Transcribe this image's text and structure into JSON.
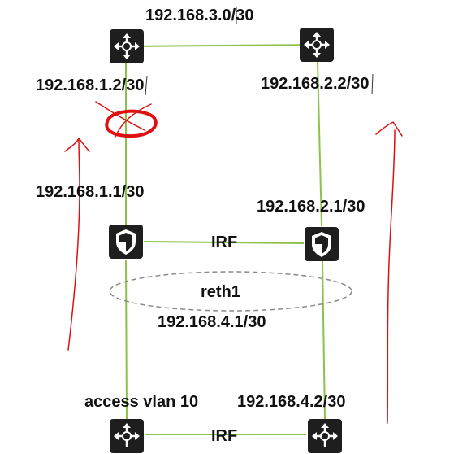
{
  "diagram": {
    "top_link_ip": "192.168.3.0/30",
    "left_router_ip": "192.168.1.2/30",
    "right_router_ip": "192.168.2.2/30",
    "left_firewall_ip": "192.168.1.1/30",
    "right_firewall_ip": "192.168.2.1/30",
    "irf_top": "IRF",
    "reth_label": "reth1",
    "reth_ip": "192.168.4.1/30",
    "bottom_left_label": "access vlan 10",
    "bottom_right_ip": "192.168.4.2/30",
    "irf_bottom": "IRF"
  },
  "colors": {
    "link": "#8bc34a",
    "annotation": "#e01010",
    "device_fill": "#1e1e1e",
    "reth_outline": "#8a8a8a"
  },
  "icons": {
    "router": "router-icon",
    "firewall": "firewall-shield-icon",
    "switch": "switch-icon"
  }
}
